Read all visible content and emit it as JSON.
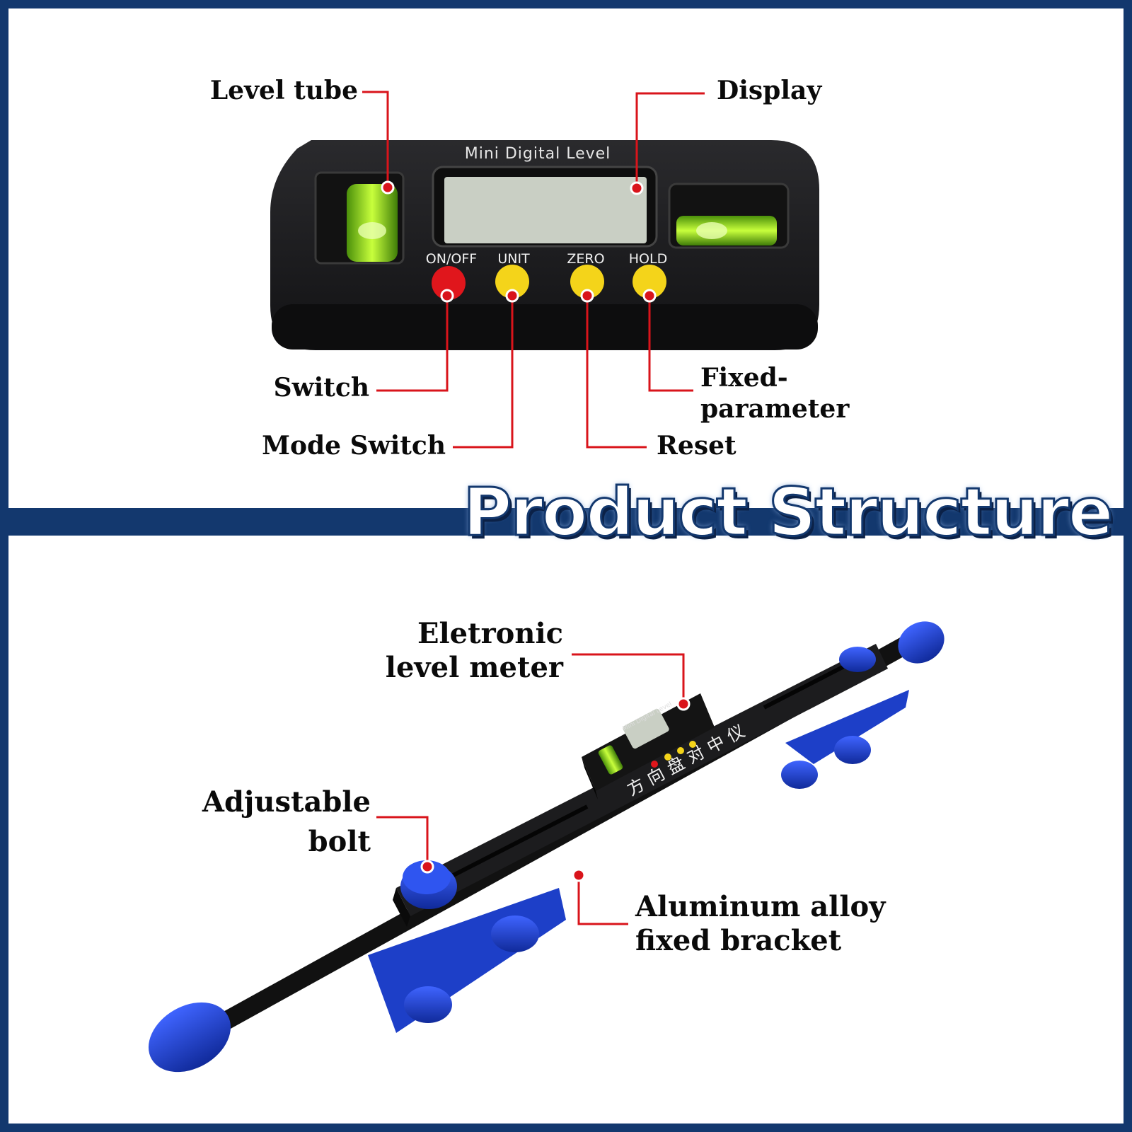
{
  "title": "Product Structure",
  "device": {
    "brand_text": "Mini Digital Level",
    "buttons": [
      {
        "label": "ON/OFF",
        "color": "#e0161c"
      },
      {
        "label": "UNIT",
        "color": "#f4d41a"
      },
      {
        "label": "ZERO",
        "color": "#f4d41a"
      },
      {
        "label": "HOLD",
        "color": "#f4d41a"
      }
    ]
  },
  "top_callouts": {
    "level_tube": "Level tube",
    "display": "Display",
    "switch": "Switch",
    "mode_switch": "Mode Switch",
    "reset": "Reset",
    "fixed_parameter": "Fixed-\nparameter"
  },
  "bottom_callouts": {
    "electronic_level": "Eletronic\nlevel meter",
    "adjustable_bolt": "Adjustable\nbolt",
    "aluminum_bracket": "Aluminum alloy\nfixed bracket"
  },
  "tool": {
    "chinese_text": "方向盘对中仪",
    "mini_label": "Mini Digital Level"
  },
  "colors": {
    "frame": "#13386e",
    "leader": "#d9141b",
    "tool_blue": "#1d3fc8",
    "device_body": "#1b1b1d"
  }
}
